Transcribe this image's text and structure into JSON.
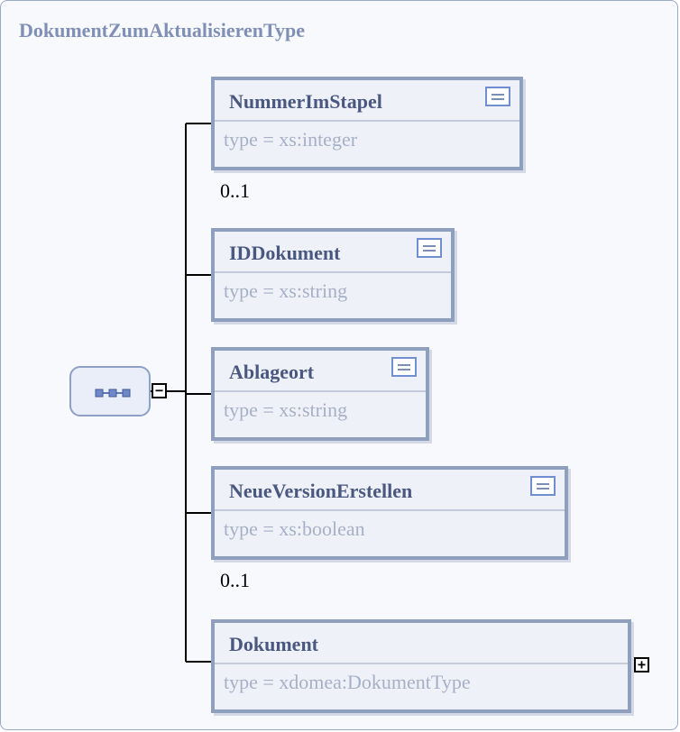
{
  "complex_type": {
    "name": "DokumentZumAktualisierenType"
  },
  "sequence": {
    "icon": "sequence-icon",
    "expander": "−"
  },
  "elements": [
    {
      "name": "NummerImStapel",
      "type_text": "type  =  xs:integer",
      "occurs": "0..1",
      "icon": "documentation-icon"
    },
    {
      "name": "IDDokument",
      "type_text": "type  =  xs:string",
      "occurs": "",
      "icon": "documentation-icon"
    },
    {
      "name": "Ablageort",
      "type_text": "type  =  xs:string",
      "occurs": "",
      "icon": "documentation-icon"
    },
    {
      "name": "NeueVersionErstellen",
      "type_text": "type  =  xs:boolean",
      "occurs": "0..1",
      "icon": "documentation-icon"
    },
    {
      "name": "Dokument",
      "type_text": "type  =  xdomea:DokumentType",
      "occurs": "",
      "expander": "+"
    }
  ],
  "colors": {
    "border": "#8f9fbe",
    "title": "#7f8fb5",
    "name": "#4a5880",
    "type": "#a6b0c6"
  }
}
